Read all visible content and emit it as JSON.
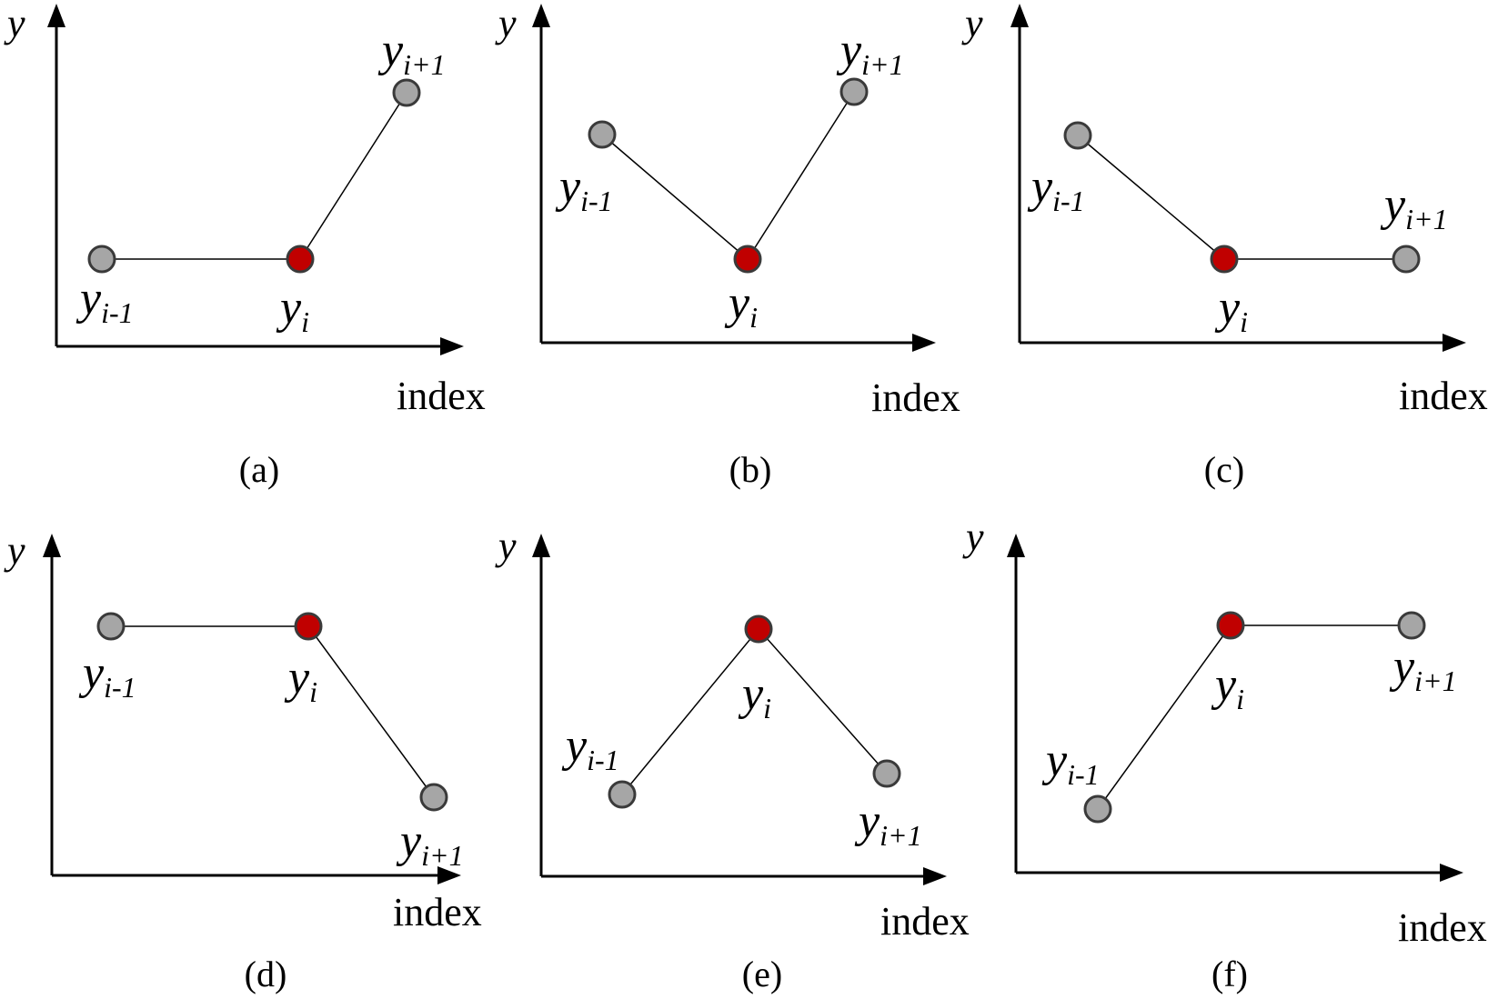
{
  "colors": {
    "axis": "#000000",
    "line": "#000000",
    "neighbor_point": "#a6a6a6",
    "center_point": "#c00000",
    "point_outline": "#3a3a3a"
  },
  "axis_labels": {
    "y": "y",
    "x": "index"
  },
  "point_symbol": "y",
  "subscripts": {
    "prev": "i-1",
    "center": "i",
    "next": "i+1"
  },
  "panels": [
    {
      "id": "a",
      "caption": "(a)",
      "levels": {
        "prev": "low",
        "center": "low",
        "next": "high"
      }
    },
    {
      "id": "b",
      "caption": "(b)",
      "levels": {
        "prev": "mid",
        "center": "low",
        "next": "high"
      }
    },
    {
      "id": "c",
      "caption": "(c)",
      "levels": {
        "prev": "high",
        "center": "low",
        "next": "low"
      }
    },
    {
      "id": "d",
      "caption": "(d)",
      "levels": {
        "prev": "high",
        "center": "high",
        "next": "low"
      }
    },
    {
      "id": "e",
      "caption": "(e)",
      "levels": {
        "prev": "low",
        "center": "high",
        "next": "mid"
      }
    },
    {
      "id": "f",
      "caption": "(f)",
      "levels": {
        "prev": "low",
        "center": "high",
        "next": "high"
      }
    }
  ]
}
